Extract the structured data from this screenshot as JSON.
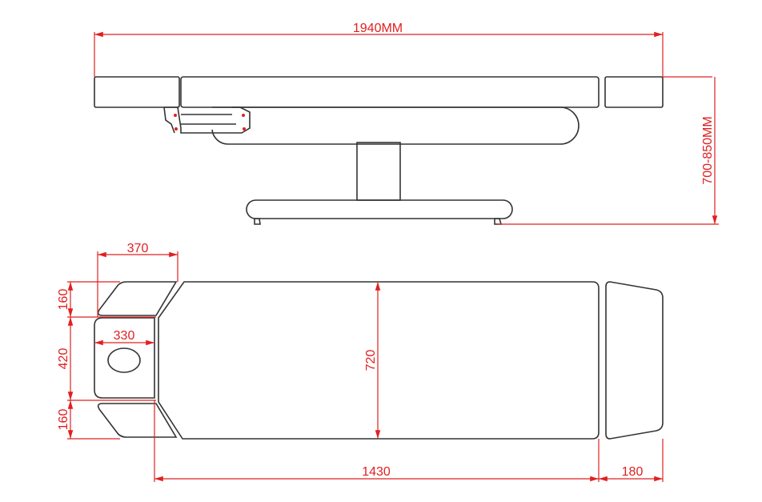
{
  "drawing": {
    "side_view": {
      "overall_length": "1940MM",
      "height_range": "700-850MM"
    },
    "top_view": {
      "head_width": "370",
      "head_upper_section": "160",
      "head_center_section": "420",
      "head_lower_section": "160",
      "face_cushion_width": "330",
      "body_width": "720",
      "main_length": "1430",
      "foot_length": "180"
    },
    "colors": {
      "outline": "#333333",
      "dimension": "#e02020"
    }
  }
}
